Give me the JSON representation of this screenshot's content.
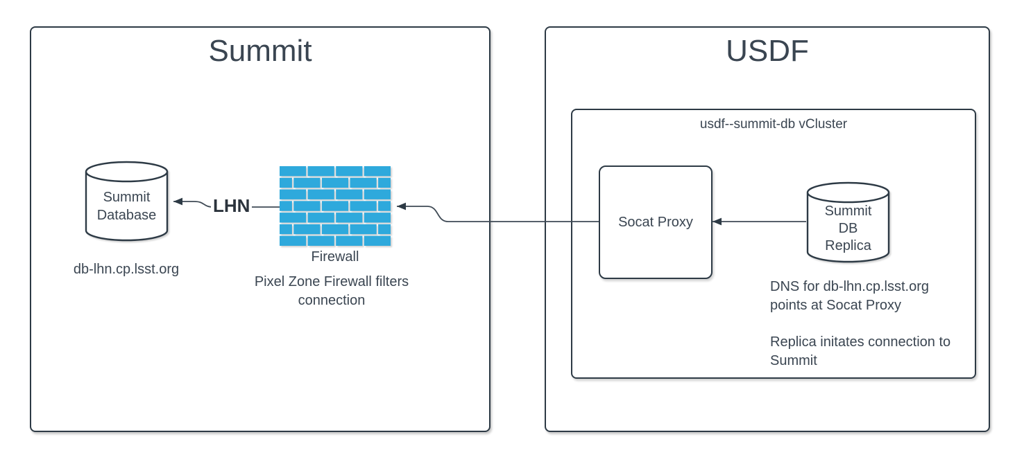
{
  "colors": {
    "stroke": "#2d3a45",
    "text": "#3a4551",
    "firewall_brick": "#2ea9dc",
    "background": "#ffffff"
  },
  "summit": {
    "title": "Summit",
    "database": {
      "line1": "Summit",
      "line2": "Database"
    },
    "database_caption": "db-lhn.cp.lsst.org",
    "lhn_label": "LHN",
    "firewall": {
      "label": "Firewall",
      "caption_line1": "Pixel Zone Firewall filters",
      "caption_line2": "connection"
    }
  },
  "usdf": {
    "title": "USDF",
    "vcluster": {
      "label": "usdf--summit-db vCluster",
      "socat": {
        "label": "Socat Proxy"
      },
      "replica": {
        "line1": "Summit",
        "line2": "DB",
        "line3": "Replica"
      },
      "note1": {
        "line1": "DNS for db-lhn.cp.lsst.org",
        "line2": "points at Socat Proxy"
      },
      "note2": {
        "line1": "Replica initates connection to",
        "line2": "Summit"
      }
    }
  }
}
